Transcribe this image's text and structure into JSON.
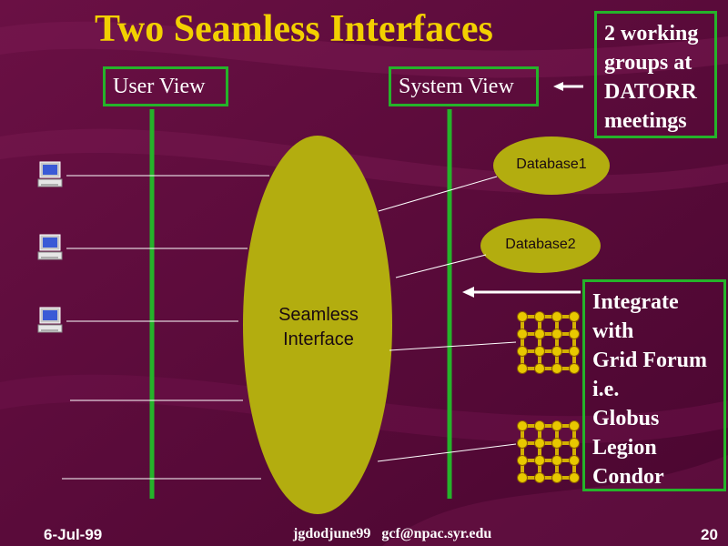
{
  "slide": {
    "title": "Two Seamless Interfaces",
    "user_view_label": "User View",
    "system_view_label": "System View",
    "working_groups_note": [
      "2 working",
      "groups at",
      "DATORR",
      "meetings"
    ],
    "integrate_note": [
      "Integrate",
      "with",
      "Grid Forum",
      "i.e.",
      "Globus",
      "Legion",
      "Condor"
    ],
    "seamless_interface_label": [
      "Seamless",
      "Interface"
    ],
    "database1_label": "Database1",
    "database2_label": "Database2"
  },
  "footer": {
    "date": "6-Jul-99",
    "source": "jgdodjune99   gcf@npac.syr.edu",
    "page_number": "20"
  },
  "colors": {
    "background": "#5a0a38",
    "title": "#f2d000",
    "ellipse_fill": "#b3ad0f",
    "box_border": "#25b32a",
    "grid_node": "#e8c800",
    "grid_node_outline": "#8a5a00"
  },
  "icons": [
    "computer-icon",
    "computer-icon",
    "computer-icon",
    "grid-icon",
    "grid-icon",
    "arrow-left-icon",
    "arrow-left-icon"
  ]
}
